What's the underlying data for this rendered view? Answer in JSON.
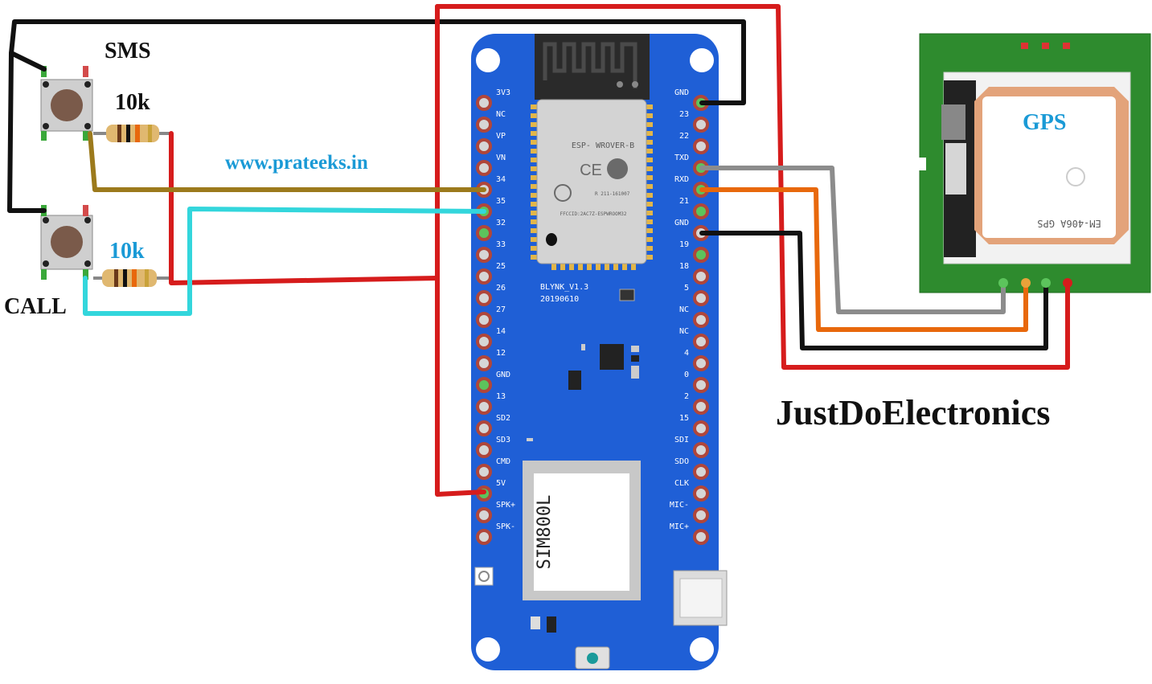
{
  "labels": {
    "sms": "SMS",
    "call": "CALL",
    "resistor_top": "10k",
    "resistor_bottom": "10k",
    "website": "www.prateeks.in",
    "gps": "GPS",
    "brand": "JustDoElectronics"
  },
  "board": {
    "left_pins": [
      "3V3",
      "NC",
      "VP",
      "VN",
      "34",
      "35",
      "32",
      "33",
      "25",
      "26",
      "27",
      "14",
      "12",
      "GND",
      "13",
      "SD2",
      "SD3",
      "CMD",
      "5V",
      "SPK+",
      "SPK-"
    ],
    "right_pins": [
      "GND",
      "23",
      "22",
      "TXD",
      "RXD",
      "21",
      "GND",
      "19",
      "18",
      "5",
      "NC",
      "NC",
      "4",
      "0",
      "2",
      "15",
      "SDI",
      "SDO",
      "CLK",
      "MIC-",
      "MIC+"
    ],
    "module_name": "ESP- WROVER-B",
    "module_cert": "R 211-161007",
    "module_fcc": "FFCCID:2AC7Z-ESPWROOM32",
    "board_version": "BLYNK_V1.3",
    "board_date": "20190610",
    "gsm_module": "SIM800L"
  },
  "gps_module": {
    "antenna_code": "EM-406A GPS"
  },
  "colors": {
    "board_blue": "#1f5fd6",
    "wire_red": "#d61c1c",
    "wire_black": "#111111",
    "wire_orange": "#e8680c",
    "wire_gray": "#8c8c8c",
    "wire_olive": "#9c7a1c",
    "wire_cyan": "#33d6dc",
    "label_blue": "#1a9ad6"
  }
}
